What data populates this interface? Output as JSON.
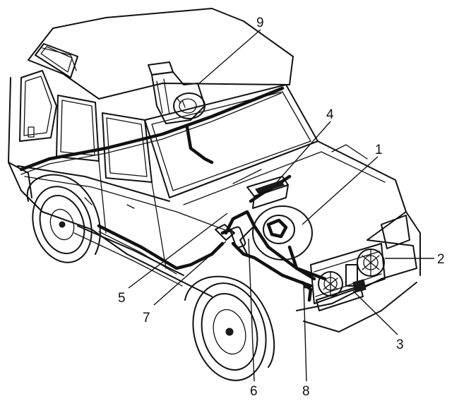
{
  "callouts": [
    {
      "id": 1,
      "label": "1"
    },
    {
      "id": 2,
      "label": "2"
    },
    {
      "id": 3,
      "label": "3"
    },
    {
      "id": 4,
      "label": "4"
    },
    {
      "id": 5,
      "label": "5"
    },
    {
      "id": 6,
      "label": "6"
    },
    {
      "id": 7,
      "label": "7"
    },
    {
      "id": 8,
      "label": "8"
    },
    {
      "id": 9,
      "label": "9"
    }
  ]
}
